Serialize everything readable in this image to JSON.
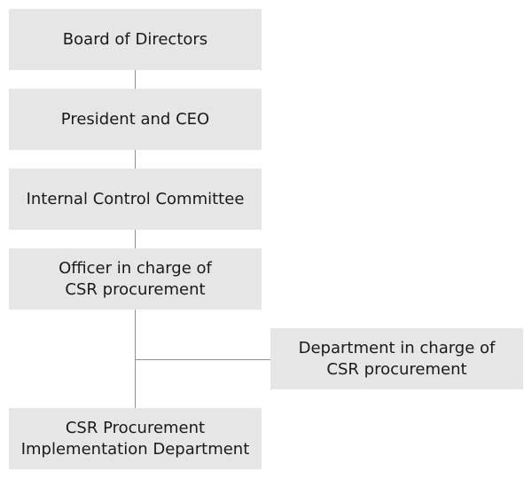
{
  "boxes": {
    "board": "Board of Directors",
    "president": "President and CEO",
    "internal_control": "Internal Control Committee",
    "officer": "Officer in charge of\nCSR procurement",
    "department": "Department in charge of\nCSR procurement",
    "implementation": "CSR Procurement\nImplementation Department"
  },
  "colors": {
    "box_fill": "#e6e6e6",
    "connector": "#8f8f8f",
    "text": "#1a1a1a"
  }
}
